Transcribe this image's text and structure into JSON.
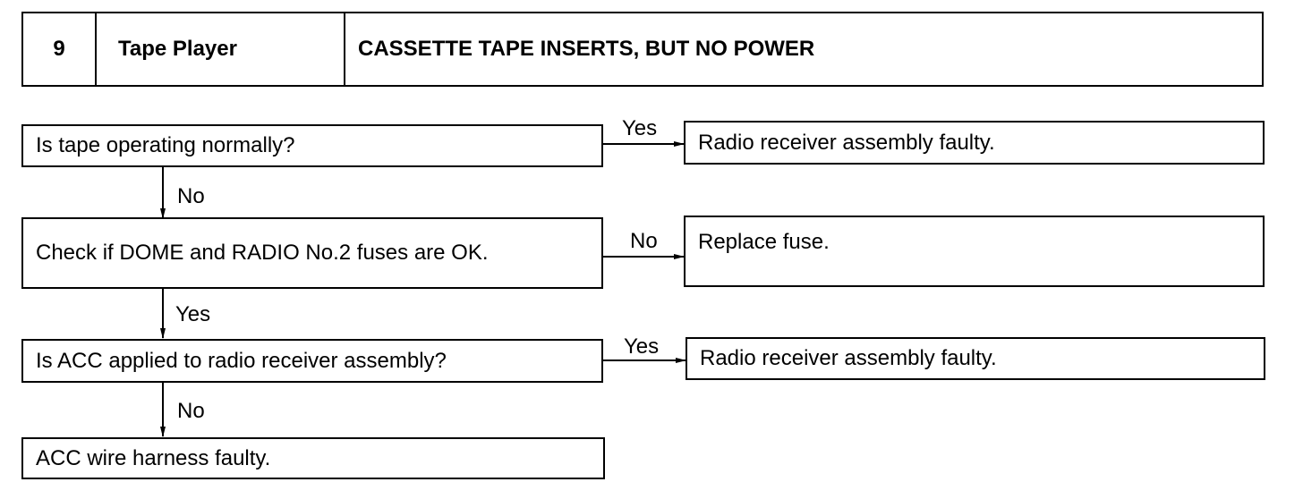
{
  "header": {
    "number": "9",
    "system": "Tape Player",
    "symptom": "CASSETTE TAPE INSERTS, BUT NO POWER"
  },
  "steps": [
    {
      "question": "Is tape operating normally?",
      "yes_result": "Radio receiver assembly faulty."
    },
    {
      "question": "Check if DOME and RADIO No.2 fuses are OK.",
      "no_result": "Replace fuse."
    },
    {
      "question": "Is ACC applied to radio receiver assembly?",
      "yes_result": "Radio receiver assembly faulty."
    },
    {
      "result": "ACC wire harness faulty."
    }
  ],
  "labels": {
    "yes": "Yes",
    "no": "No"
  }
}
